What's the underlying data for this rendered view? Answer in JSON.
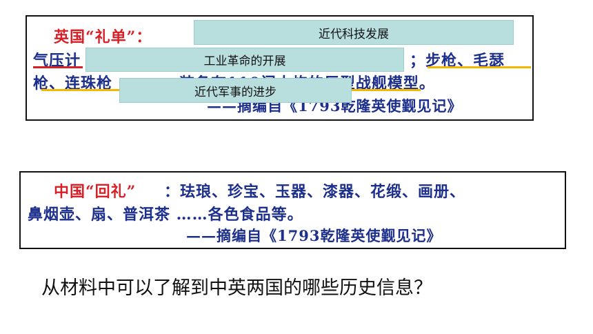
{
  "britain": {
    "label": "英国“礼单”：",
    "line2_visible_start": "气压计",
    "line2_visible_end": "；步枪、毛瑟",
    "line3_visible_start": "枪、连珠枪",
    "line3_visible_mid": "装备有110门大炮的巨型战舰模型。",
    "source": "——摘编自《1793乾隆英使觐见记》"
  },
  "overlays": {
    "tech": "近代科技发展",
    "industry": "工业革命的开展",
    "military": "近代军事的进步"
  },
  "china": {
    "label": "中国“回礼”",
    "items_line1": "：珐琅、珍宝、玉器、漆器、花缎、画册、",
    "items_line2": "鼻烟壶、扇、普洱茶 ……各色食品等。",
    "source": "——摘编自《1793乾隆英使觐见记》"
  },
  "question": "从材料中可以了解到中英两国的哪些历史信息？",
  "colors": {
    "label_red": "#d81f26",
    "text_blue": "#1d2f8c",
    "overlay": "#b9dede",
    "underline_orange": "#f5b800",
    "underline_red": "#d81f26"
  }
}
